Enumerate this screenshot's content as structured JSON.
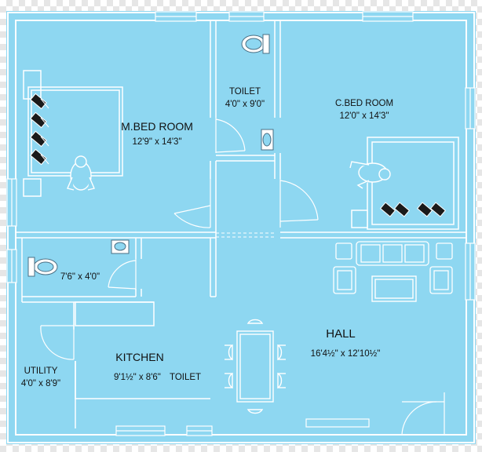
{
  "colors": {
    "floor": "#8ed7f1",
    "wall": "#ffffff",
    "wall_edge": "#4a6f84",
    "furniture": "#ffffff",
    "text": "#111111"
  },
  "rooms": {
    "master_bed": {
      "name": "M.BED ROOM",
      "dims": "12'9\" x 14'3\""
    },
    "toilet_top": {
      "name": "TOILET",
      "dims": "4'0\" x 9'0\""
    },
    "child_bed": {
      "name": "C.BED ROOM",
      "dims": "12'0\" x 14'3\""
    },
    "toilet_small": {
      "dims": "7'6\" x 4'0\""
    },
    "kitchen": {
      "name": "KITCHEN",
      "dims": "9'1½\" x 8'6\"",
      "extra": "TOILET"
    },
    "utility": {
      "name": "UTILITY",
      "dims": "4'0\" x 8'9\""
    },
    "hall": {
      "name": "HALL",
      "dims": "16'4½\" x 12'10½\""
    }
  },
  "icons": {
    "toilet": "toilet-icon",
    "sink": "sink-icon",
    "bed": "bed-icon",
    "person": "person-icon",
    "sofa": "sofa-icon",
    "armchair": "armchair-icon",
    "dining_table": "dining-table-icon",
    "door": "door-swing-icon",
    "window": "window-icon"
  }
}
